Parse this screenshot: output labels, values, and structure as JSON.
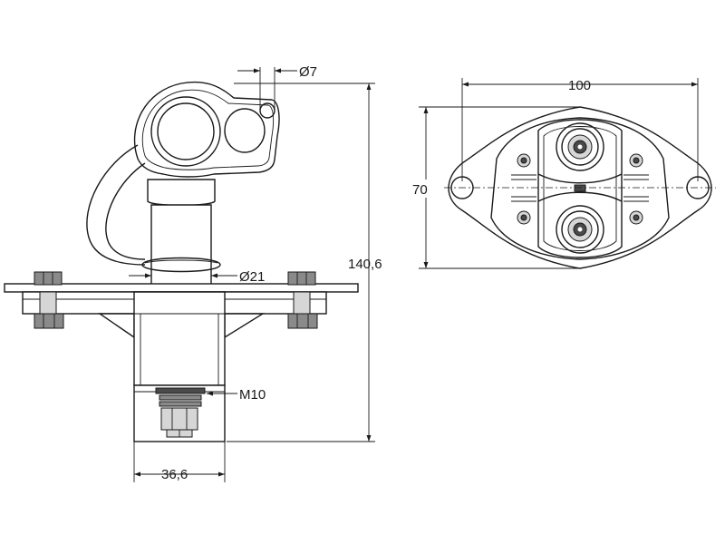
{
  "dimensions": {
    "d7": "Ø7",
    "d21": "Ø21",
    "height_total": "140,6",
    "m10": "M10",
    "width_base": "36,6",
    "width_top": "100",
    "height_top": "70"
  },
  "colors": {
    "line": "#1a1a1a",
    "grey": "#8a8a8a",
    "dark_grey": "#4a4a4a",
    "light_grey": "#d6d6d6"
  }
}
